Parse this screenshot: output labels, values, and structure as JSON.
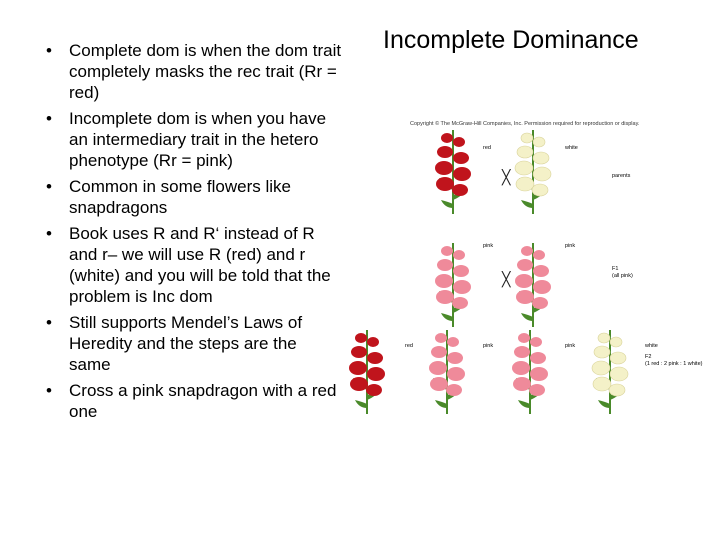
{
  "title": "Incomplete Dominance",
  "bullets": [
    "Complete dom is when the dom trait completely masks the rec trait (Rr = red)",
    "Incomplete dom is when you have an intermediary trait in the hetero phenotype  (Rr = pink)",
    "Common in some flowers like snapdragons",
    "Book uses R and R‘ instead of R and r– we will use R (red) and r (white) and you will be told that the problem is Inc dom",
    "Still supports Mendel’s Laws of Heredity and the steps are the same",
    "Cross a pink snapdragon with a red one"
  ],
  "bullet_marker": "•",
  "figure": {
    "copyright": "Copyright © The McGraw-Hill Companies, Inc. Permission required for reproduction or display.",
    "parents_row": {
      "left_label": "red",
      "right_label": "white",
      "generation": "parents"
    },
    "f1_row": {
      "left_label": "pink",
      "right_label": "pink",
      "generation": "F1",
      "note": "(all pink)"
    },
    "f2_row": {
      "labels": [
        "red",
        "pink",
        "pink",
        "white"
      ],
      "generation": "F2",
      "note": "(1 red : 2 pink : 1 white)"
    },
    "cross_symbol": "╳",
    "colors": {
      "red": "#c0141c",
      "pink": "#ef8a9a",
      "white": "#f4f1c8",
      "stem": "#4a8a2a"
    }
  }
}
